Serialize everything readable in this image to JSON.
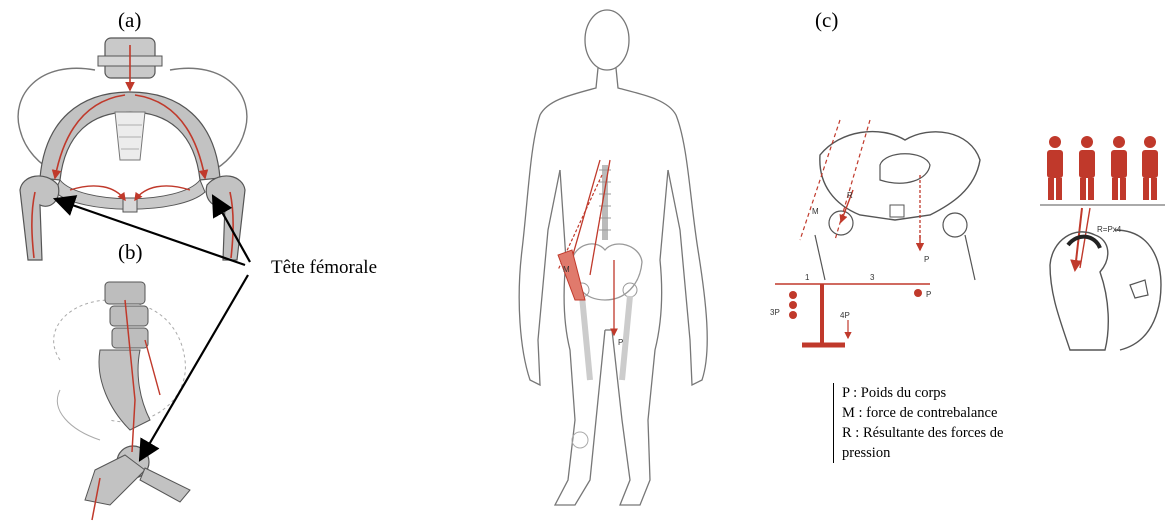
{
  "panels": {
    "a": "(a)",
    "b": "(b)",
    "c": "(c)"
  },
  "callout": "Tête fémorale",
  "figure_labels": {
    "M": "M",
    "R": "R",
    "P": "P",
    "one": "1",
    "three": "3",
    "threeP": "3P",
    "fourP": "4P",
    "R_eq": "R=Px4"
  },
  "legend": [
    "P : Poids du corps",
    "M : force de contrebalance",
    "R : Résultante des forces de",
    "pression"
  ],
  "colors": {
    "force_red": "#c0392b",
    "bone_gray": "#bdbdbd",
    "outline": "#4a4a4a"
  }
}
